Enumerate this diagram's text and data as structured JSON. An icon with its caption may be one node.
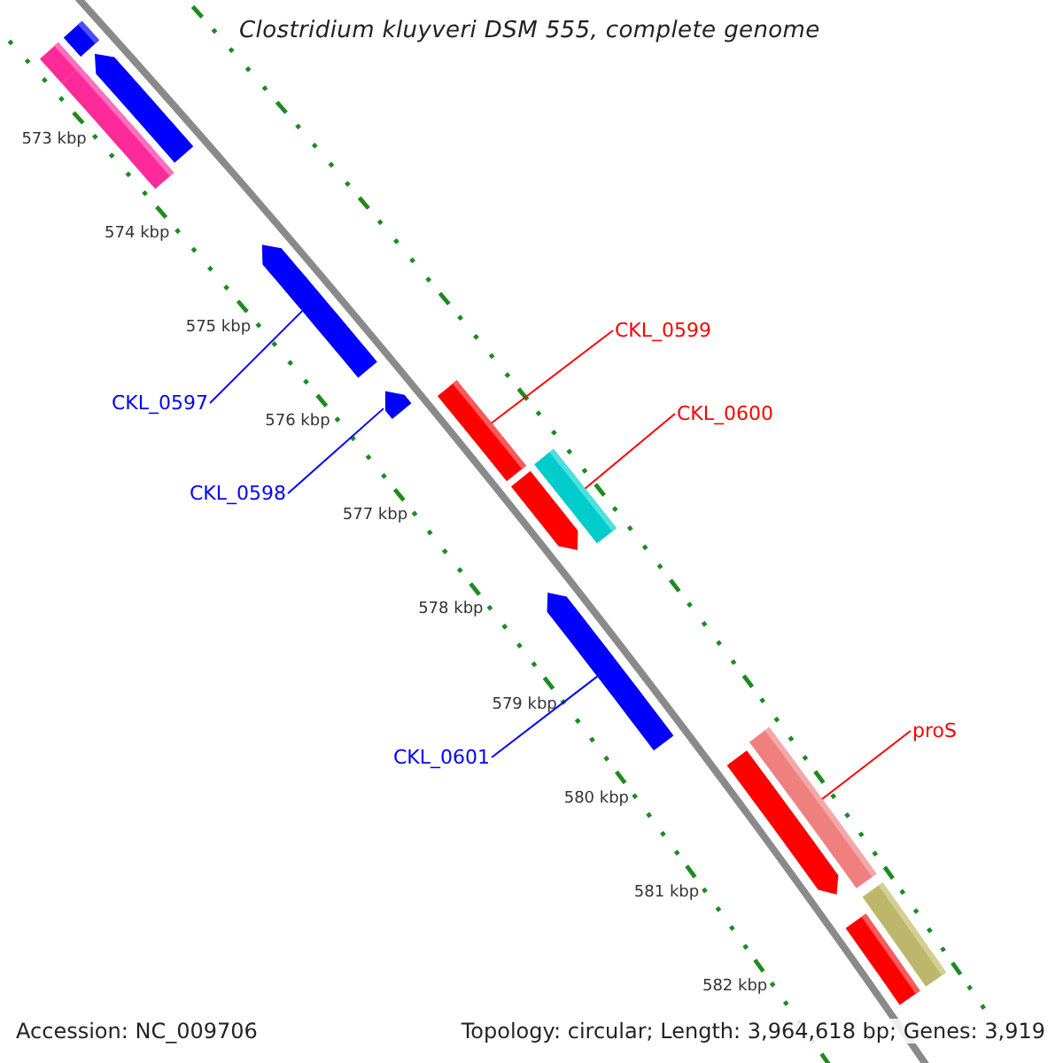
{
  "diagram": {
    "title": "Clostridium kluyveri DSM 555, complete genome",
    "nodes": [
      {
        "text": [],
        "shape": "bar"
      },
      {
        "text": [],
        "shape": "bar"
      },
      {
        "text": [],
        "shape": "bar"
      },
      {
        "text": [],
        "shape": "bar"
      },
      {
        "text": [],
        "shape": "bar"
      },
      {
        "text": [],
        "shape": "bar"
      },
      {
        "text": [],
        "shape": "bar"
      },
      {
        "text": [],
        "shape": "bar"
      },
      {
        "text": [],
        "shape": "bar"
      },
      {
        "text": [],
        "shape": "bar"
      },
      {
        "text": [],
        "shape": "bar"
      },
      {
        "text": [],
        "shape": "bar"
      },
      {
        "text": [],
        "shape": "bar"
      },
      {
        "text": [],
        "shape": "bar"
      },
      {
        "text": [
          "CKL_0597"
        ]
      },
      {
        "text": [
          "CKL_0598"
        ]
      },
      {
        "text": [
          "CKL_0599"
        ]
      },
      {
        "text": [
          "CKL_0600"
        ]
      },
      {
        "text": [
          "CKL_0601"
        ]
      },
      {
        "text": [
          "proS"
        ]
      }
    ],
    "edges": [
      {
        "from": 14,
        "to": 4,
        "arrow": "none",
        "color": "#0000ff"
      },
      {
        "from": 15,
        "to": 5,
        "arrow": "none",
        "color": "#0000ff"
      },
      {
        "from": 16,
        "to": 6,
        "arrow": "none",
        "color": "#ff0000"
      },
      {
        "from": 17,
        "to": 8,
        "arrow": "none",
        "color": "#ff0000"
      },
      {
        "from": 18,
        "to": 9,
        "arrow": "none",
        "color": "#0000ff"
      },
      {
        "from": 19,
        "to": 11,
        "arrow": "none",
        "color": "#ff0000"
      }
    ],
    "labels": [
      "573 kbp",
      "574 kbp",
      "575 kbp",
      "576 kbp",
      "577 kbp",
      "578 kbp",
      "579 kbp",
      "580 kbp",
      "581 kbp",
      "582 kbp",
      "Accession: NC_009706",
      "Topology: circular; Length: 3,964,618 bp; Genes: 3,919"
    ]
  }
}
